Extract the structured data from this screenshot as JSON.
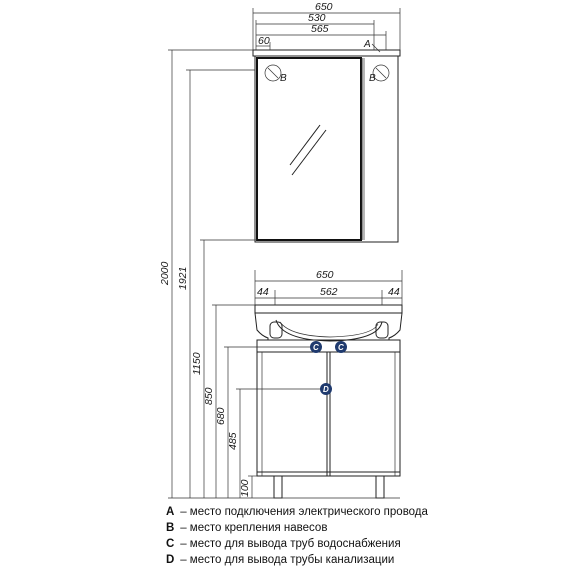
{
  "mirror": {
    "width_total": "650",
    "width_530": "530",
    "width_565": "565",
    "offset_60": "60",
    "height_2000": "2000",
    "height_1921": "1921"
  },
  "vanity": {
    "width_total": "650",
    "side_left": "44",
    "width_562": "562",
    "side_right": "44",
    "height_1150": "1150",
    "height_850": "850",
    "height_680": "680",
    "height_485": "485",
    "height_100": "100"
  },
  "markers": {
    "a": "A",
    "b": "B",
    "c": "C",
    "d": "D"
  },
  "legend": [
    {
      "key": "A",
      "text": " – место подключения электрического провода"
    },
    {
      "key": "B",
      "text": " – место крепления навесов"
    },
    {
      "key": "C",
      "text": " – место для вывода труб водоснабжения"
    },
    {
      "key": "D",
      "text": " – место для вывода трубы канализации"
    }
  ],
  "colors": {
    "marker_fill": "#1f3a6e",
    "line": "#222222"
  }
}
